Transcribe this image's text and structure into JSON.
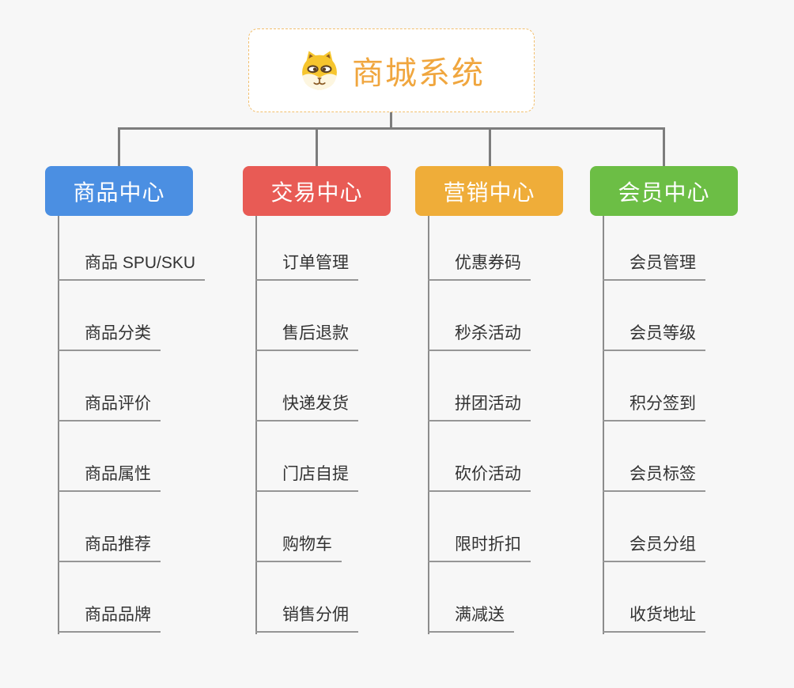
{
  "root": {
    "label": "商城系统",
    "icon": "dog-face-icon"
  },
  "branches": [
    {
      "label": "商品中心",
      "color": "#4b8fe2",
      "items": [
        "商品 SPU/SKU",
        "商品分类",
        "商品评价",
        "商品属性",
        "商品推荐",
        "商品品牌"
      ]
    },
    {
      "label": "交易中心",
      "color": "#e85b55",
      "items": [
        "订单管理",
        "售后退款",
        "快递发货",
        "门店自提",
        "购物车",
        "销售分佣"
      ]
    },
    {
      "label": "营销中心",
      "color": "#efad39",
      "items": [
        "优惠券码",
        "秒杀活动",
        "拼团活动",
        "砍价活动",
        "限时折扣",
        "满减送"
      ]
    },
    {
      "label": "会员中心",
      "color": "#6cbe45",
      "items": [
        "会员管理",
        "会员等级",
        "积分签到",
        "会员标签",
        "会员分组",
        "收货地址"
      ]
    }
  ],
  "theme": {
    "background": "#f7f7f7",
    "connector_color": "#7d7d7d",
    "leaf_line_color": "#969696",
    "leaf_text_color": "#333333",
    "root_text_color": "#f0a63e",
    "root_border_color": "#f2bf6d"
  }
}
